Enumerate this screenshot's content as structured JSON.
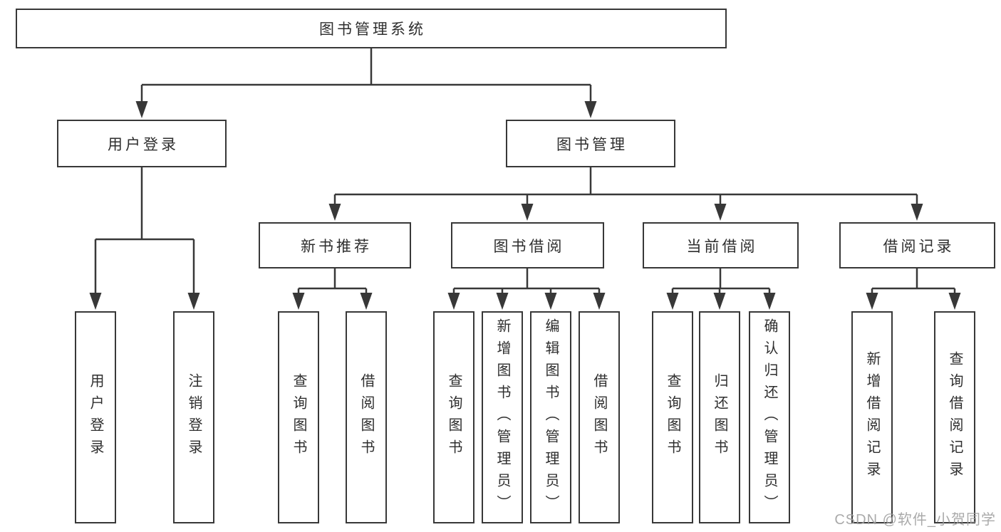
{
  "diagram": {
    "root": {
      "label": "图书管理系统"
    },
    "level2": [
      {
        "id": "user-login",
        "label": "用户登录"
      },
      {
        "id": "book-management",
        "label": "图书管理"
      }
    ],
    "level3": [
      {
        "id": "new-book-recommend",
        "label": "新书推荐"
      },
      {
        "id": "book-borrow",
        "label": "图书借阅"
      },
      {
        "id": "current-borrow",
        "label": "当前借阅"
      },
      {
        "id": "borrow-record",
        "label": "借阅记录"
      }
    ],
    "leaves": [
      {
        "parent": "user-login",
        "label": "用户登录"
      },
      {
        "parent": "user-login",
        "label": "注销登录"
      },
      {
        "parent": "new-book-recommend",
        "label": "查询图书"
      },
      {
        "parent": "new-book-recommend",
        "label": "借阅图书"
      },
      {
        "parent": "book-borrow",
        "label": "查询图书"
      },
      {
        "parent": "book-borrow",
        "label": "新增图书（管理员）"
      },
      {
        "parent": "book-borrow",
        "label": "编辑图书（管理员）"
      },
      {
        "parent": "book-borrow",
        "label": "借阅图书"
      },
      {
        "parent": "current-borrow",
        "label": "查询图书"
      },
      {
        "parent": "current-borrow",
        "label": "归还图书"
      },
      {
        "parent": "current-borrow",
        "label": "确认归还（管理员）"
      },
      {
        "parent": "borrow-record",
        "label": "新增借阅记录"
      },
      {
        "parent": "borrow-record",
        "label": "查询借阅记录"
      }
    ],
    "watermark": "CSDN @软件_小贺同学",
    "colors": {
      "line": "#383838",
      "text": "#2e2e2e",
      "watermark": "#9e9e9e",
      "background": "#ffffff"
    }
  }
}
